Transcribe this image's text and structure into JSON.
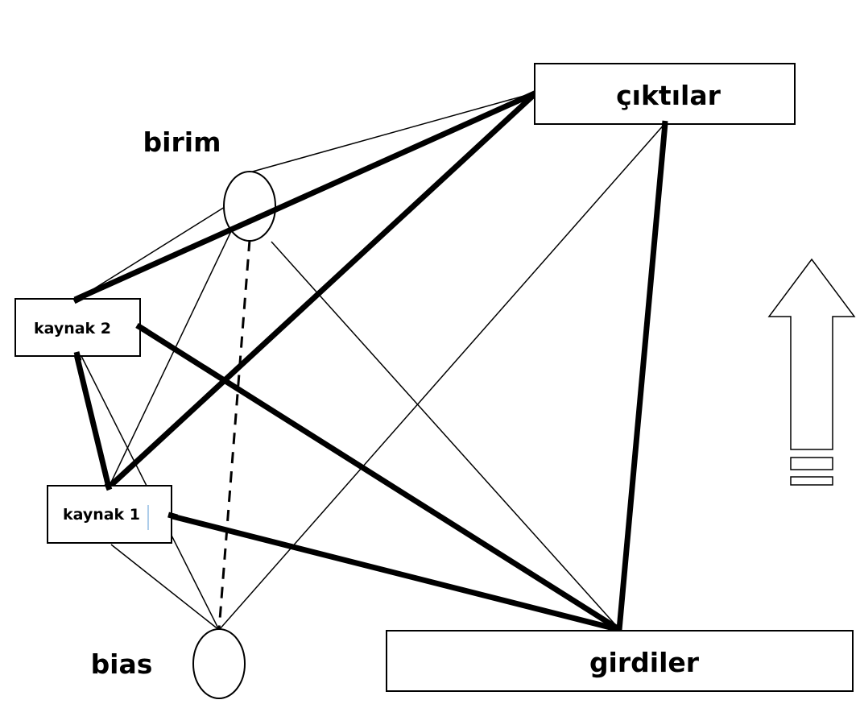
{
  "diagram": {
    "nodes": {
      "outputs": {
        "label": "çıktılar"
      },
      "inputs": {
        "label": "girdiler"
      },
      "source1": {
        "label": "kaynak 1"
      },
      "source2": {
        "label": "kaynak 2"
      },
      "unit": {
        "label": "birim"
      },
      "bias": {
        "label": "bias"
      }
    },
    "edges": [
      {
        "from": "source2",
        "to": "outputs",
        "weight": "thick"
      },
      {
        "from": "source1",
        "to": "outputs",
        "weight": "thick"
      },
      {
        "from": "source2",
        "to": "inputs",
        "weight": "thick"
      },
      {
        "from": "source1",
        "to": "inputs",
        "weight": "thick"
      },
      {
        "from": "outputs",
        "to": "inputs",
        "weight": "thick"
      },
      {
        "from": "source2",
        "to": "source1",
        "weight": "thick"
      },
      {
        "from": "source2",
        "to": "unit",
        "weight": "thin"
      },
      {
        "from": "unit",
        "to": "outputs",
        "weight": "thin"
      },
      {
        "from": "unit",
        "to": "source1",
        "weight": "thin"
      },
      {
        "from": "unit",
        "to": "inputs",
        "weight": "thin"
      },
      {
        "from": "outputs",
        "to": "bias",
        "weight": "thin"
      },
      {
        "from": "source2",
        "to": "bias",
        "weight": "thin"
      },
      {
        "from": "source1",
        "to": "bias",
        "weight": "thin"
      },
      {
        "from": "unit",
        "to": "bias",
        "weight": "dashed"
      }
    ],
    "direction_arrow": "up-arrow-icon"
  }
}
